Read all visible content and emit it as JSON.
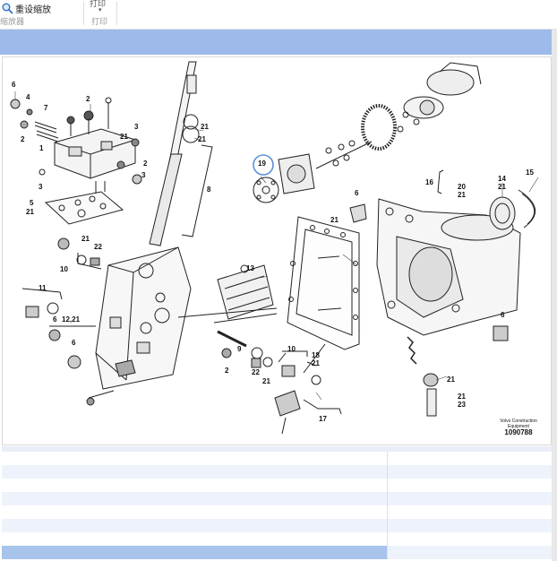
{
  "toolbar": {
    "reset_zoom_label": "重设缩放",
    "zoom_group_label": "缩放器",
    "print_label": "打印",
    "print_top_label": "打印"
  },
  "diagram": {
    "callouts": [
      "6",
      "4",
      "7",
      "2",
      "2",
      "1",
      "3",
      "21",
      "3",
      "2",
      "3",
      "5",
      "21",
      "21",
      "22",
      "10",
      "11",
      "6",
      "12,21",
      "6",
      "21",
      "21",
      "8",
      "19",
      "13",
      "9",
      "2",
      "22",
      "21",
      "10",
      "18",
      "21",
      "17",
      "21",
      "6",
      "16",
      "20",
      "21",
      "14",
      "21",
      "15",
      "6",
      "21",
      "21",
      "23"
    ],
    "brand_text": "Volvo Construction Equipment",
    "figure_id": "1090788"
  },
  "parts_table": {
    "rows": 7,
    "selected_row": 6
  },
  "colors": {
    "band": "#9dbaea",
    "selected_row": "#a8c3ec",
    "callout_ring": "#5b8fd6"
  }
}
